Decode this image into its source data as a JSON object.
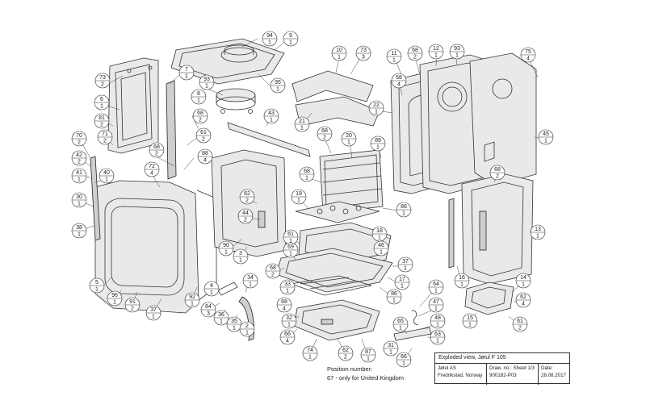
{
  "title_block": {
    "title": "Exploded view, Jøtul F 105",
    "company": "Jøtul AS",
    "location": "Fredrikstad, Norway",
    "draw_no_label": "Draw. no.:",
    "draw_no": "900182-P03",
    "sheet": "Sheet 1/3",
    "date_label": "Date:",
    "date": "28.08.2017"
  },
  "note": {
    "line1": "Position number:",
    "line2": "67 - only for United Kingdom"
  },
  "callouts": [
    {
      "num": "94",
      "qty": "1"
    },
    {
      "num": "9",
      "qty": "1"
    },
    {
      "num": "73",
      "qty": "2"
    },
    {
      "num": "7",
      "qty": "1"
    },
    {
      "num": "93",
      "qty": "1"
    },
    {
      "num": "95",
      "qty": "1"
    },
    {
      "num": "6",
      "qty": "1"
    },
    {
      "num": "8",
      "qty": "1"
    },
    {
      "num": "81",
      "qty": "2"
    },
    {
      "num": "68",
      "qty": "2"
    },
    {
      "num": "70",
      "qty": "2"
    },
    {
      "num": "71",
      "qty": "2"
    },
    {
      "num": "61",
      "qty": "2"
    },
    {
      "num": "42",
      "qty": "2"
    },
    {
      "num": "68",
      "qty": "2"
    },
    {
      "num": "88",
      "qty": "4"
    },
    {
      "num": "41",
      "qty": "1"
    },
    {
      "num": "40",
      "qty": "1"
    },
    {
      "num": "72",
      "qty": "4"
    },
    {
      "num": "30",
      "qty": "1"
    },
    {
      "num": "38",
      "qty": "1"
    },
    {
      "num": "5",
      "qty": "1"
    },
    {
      "num": "96",
      "qty": "1"
    },
    {
      "num": "91",
      "qty": "2"
    },
    {
      "num": "37",
      "qty": "1"
    },
    {
      "num": "92",
      "qty": "1"
    },
    {
      "num": "4",
      "qty": "1"
    },
    {
      "num": "64",
      "qty": "3"
    },
    {
      "num": "36",
      "qty": "1"
    },
    {
      "num": "35",
      "qty": "1"
    },
    {
      "num": "34",
      "qty": "1"
    },
    {
      "num": "2",
      "qty": "1"
    },
    {
      "num": "90",
      "qty": "1"
    },
    {
      "num": "3",
      "qty": "1"
    },
    {
      "num": "62",
      "qty": "2"
    },
    {
      "num": "44",
      "qty": "2"
    },
    {
      "num": "43",
      "qty": "1"
    },
    {
      "num": "10",
      "qty": "1"
    },
    {
      "num": "73",
      "qty": "3"
    },
    {
      "num": "21",
      "qty": "1"
    },
    {
      "num": "68",
      "qty": "2"
    },
    {
      "num": "20",
      "qty": "1"
    },
    {
      "num": "68",
      "qty": "1"
    },
    {
      "num": "19",
      "qty": "1"
    },
    {
      "num": "61",
      "qty": "1"
    },
    {
      "num": "69",
      "qty": "1"
    },
    {
      "num": "68",
      "qty": "2"
    },
    {
      "num": "33",
      "qty": "1"
    },
    {
      "num": "68",
      "qty": "4"
    },
    {
      "num": "32",
      "qty": "1"
    },
    {
      "num": "66",
      "qty": "4"
    },
    {
      "num": "74",
      "qty": "1"
    },
    {
      "num": "62",
      "qty": "2"
    },
    {
      "num": "87",
      "qty": "1"
    },
    {
      "num": "11",
      "qty": "1"
    },
    {
      "num": "68",
      "qty": "2"
    },
    {
      "num": "12",
      "qty": "1"
    },
    {
      "num": "93",
      "qty": "1"
    },
    {
      "num": "68",
      "qty": "4"
    },
    {
      "num": "22",
      "qty": "1"
    },
    {
      "num": "89",
      "qty": "1"
    },
    {
      "num": "75",
      "qty": "4"
    },
    {
      "num": "45",
      "qty": "1"
    },
    {
      "num": "68",
      "qty": "2"
    },
    {
      "num": "86",
      "qty": "1"
    },
    {
      "num": "18",
      "qty": "1"
    },
    {
      "num": "46",
      "qty": "1"
    },
    {
      "num": "37",
      "qty": "1"
    },
    {
      "num": "17",
      "qty": "1"
    },
    {
      "num": "86",
      "qty": "1"
    },
    {
      "num": "13",
      "qty": "1"
    },
    {
      "num": "16",
      "qty": "1"
    },
    {
      "num": "14",
      "qty": "1"
    },
    {
      "num": "62",
      "qty": "4"
    },
    {
      "num": "15",
      "qty": "1"
    },
    {
      "num": "61",
      "qty": "2"
    },
    {
      "num": "64",
      "qty": "1"
    },
    {
      "num": "47",
      "qty": "1"
    },
    {
      "num": "48",
      "qty": "1"
    },
    {
      "num": "65",
      "qty": "1"
    },
    {
      "num": "63",
      "qty": "1"
    },
    {
      "num": "31",
      "qty": "1"
    },
    {
      "num": "66",
      "qty": "1"
    }
  ]
}
